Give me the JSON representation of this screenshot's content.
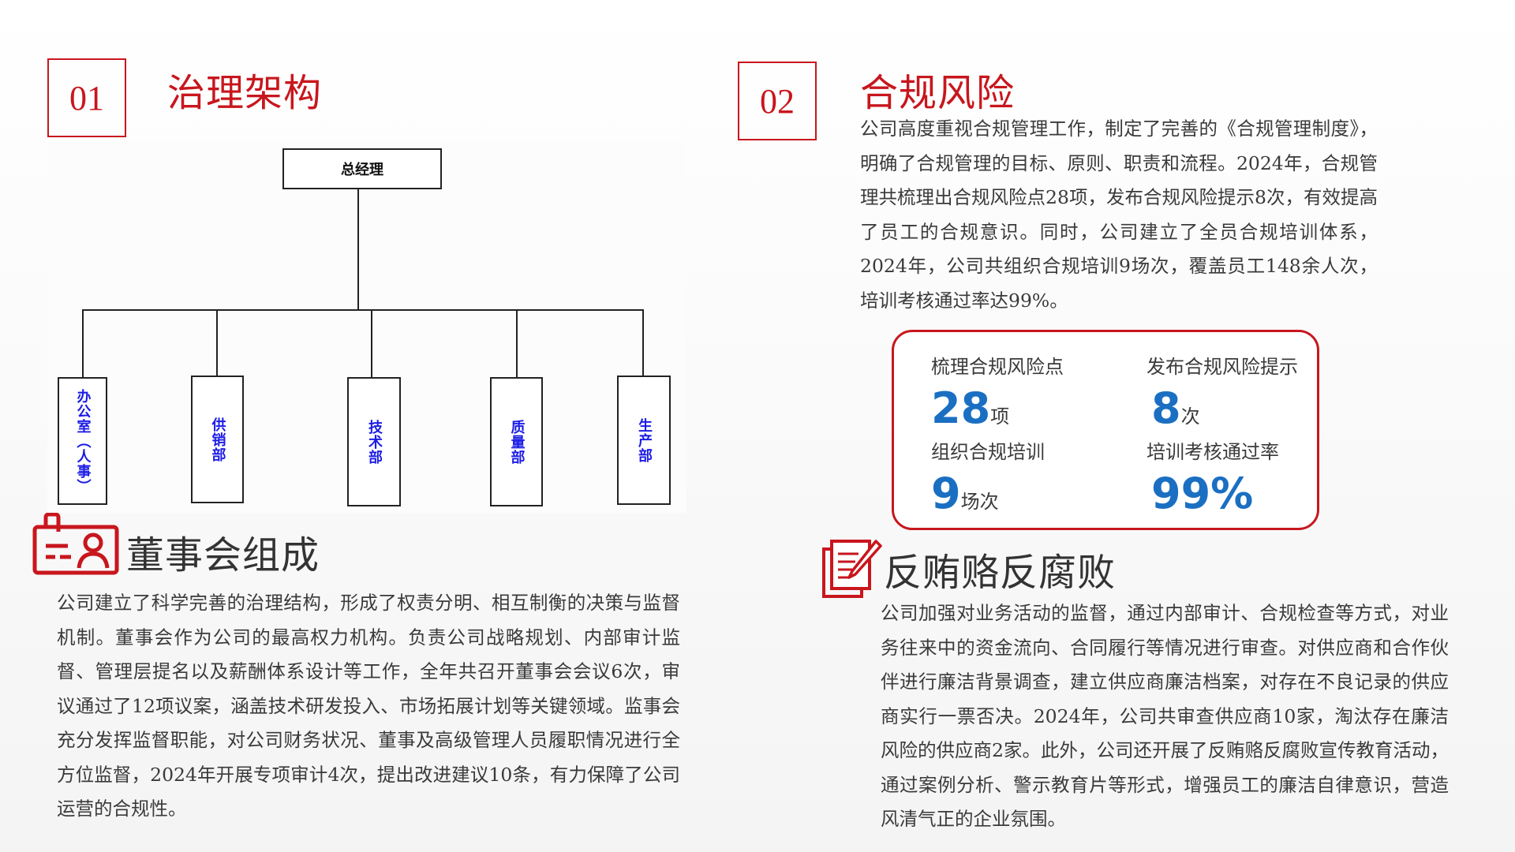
{
  "sections": {
    "s1": {
      "num": "01",
      "title": "治理架构"
    },
    "s2": {
      "num": "02",
      "title": "合规风险"
    },
    "s3": {
      "title": "董事会组成"
    },
    "s4": {
      "title": "反贿赂反腐败"
    }
  },
  "org": {
    "top": "总经理",
    "depts": [
      "办公室（人事）",
      "供销部",
      "技术部",
      "质量部",
      "生产部"
    ]
  },
  "compliance_text": "公司高度重视合规管理工作，制定了完善的《合规管理制度》，明确了合规管理的目标、原则、职责和流程。2024年，合规管理共梳理出合规风险点28项，发布合规风险提示8次，有效提高了员工的合规意识。同时，公司建立了全员合规培训体系，2024年，公司共组织合规培训9场次，覆盖员工148余人次，培训考核通过率达99%。",
  "stats": [
    {
      "label": "梳理合规风险点",
      "value": "28",
      "unit": "项"
    },
    {
      "label": "发布合规风险提示",
      "value": "8",
      "unit": "次"
    },
    {
      "label": "组织合规培训",
      "value": "9",
      "unit": "场次"
    },
    {
      "label": "培训考核通过率",
      "value": "99%",
      "unit": ""
    }
  ],
  "board_text": "公司建立了科学完善的治理结构，形成了权责分明、相互制衡的决策与监督机制。董事会作为公司的最高权力机构。负责公司战略规划、内部审计监督、管理层提名以及薪酬体系设计等工作，全年共召开董事会会议6次，审议通过了12项议案，涵盖技术研发投入、市场拓展计划等关键领域。监事会充分发挥监督职能，对公司财务状况、董事及高级管理人员履职情况进行全方位监督，2024年开展专项审计4次，提出改进建议10条，有力保障了公司运营的合规性。",
  "anticorruption_text": "公司加强对业务活动的监督，通过内部审计、合规检查等方式，对业务往来中的资金流向、合同履行等情况进行审查。对供应商和合作伙伴进行廉洁背景调查，建立供应商廉洁档案，对存在不良记录的供应商实行一票否决。2024年，公司共审查供应商10家，淘汰存在廉洁风险的供应商2家。此外，公司还开展了反贿赂反腐败宣传教育活动，通过案例分析、警示教育片等形式，增强员工的廉洁自律意识，营造风清气正的企业氛围。",
  "colors": {
    "accent": "#c8161d",
    "stat_blue": "#1a6fc2",
    "dept_text": "#1c1ce6"
  },
  "icons": {
    "board": "id-card-icon",
    "anticorruption": "document-pen-icon"
  }
}
